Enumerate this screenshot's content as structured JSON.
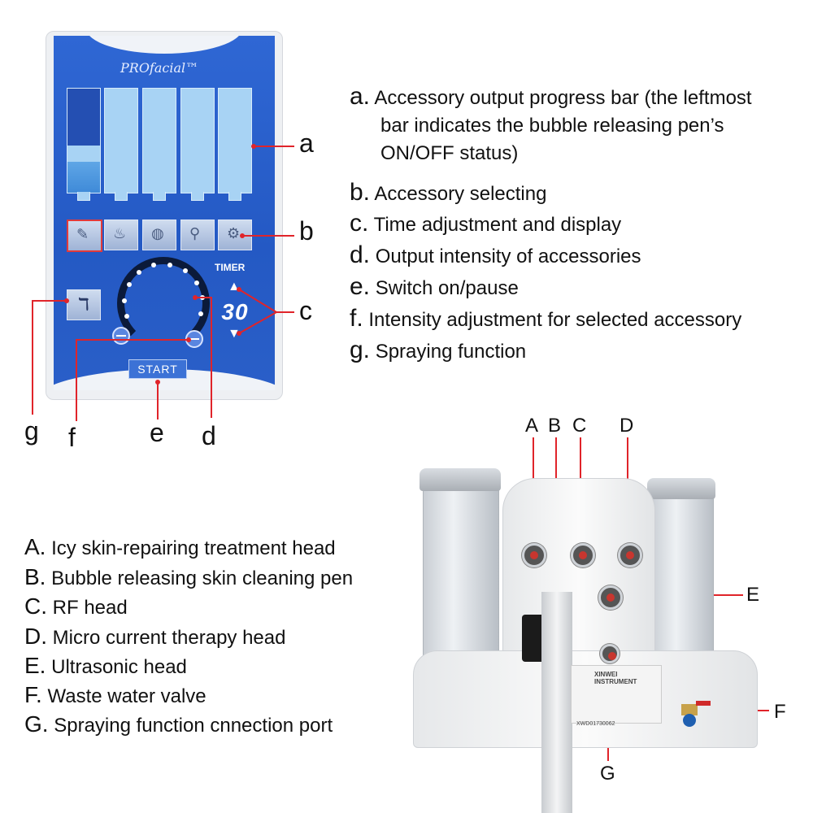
{
  "panel": {
    "brand": "PROfacial™",
    "timer_label": "TIMER",
    "timer_value": "30",
    "start_label": "START",
    "spray_icon": "spray-gun-icon",
    "accessory_icons": [
      "bubble-pen-icon",
      "icy-head-icon",
      "rf-head-icon",
      "micro-current-icon",
      "ultrasonic-icon"
    ],
    "bar_levels": [
      0.3,
      0,
      0,
      0,
      0
    ]
  },
  "panel_callouts": {
    "a": "a",
    "b": "b",
    "c": "c",
    "d": "d",
    "e": "e",
    "f": "f",
    "g": "g"
  },
  "descriptions": [
    {
      "key": "a.",
      "text": "Accessory output progress bar (the leftmost",
      "cont1": "bar indicates the bubble releasing pen’s",
      "cont2": "ON/OFF status)"
    },
    {
      "key": "b.",
      "text": "Accessory selecting"
    },
    {
      "key": "c.",
      "text": "Time adjustment and display"
    },
    {
      "key": "d.",
      "text": "Output intensity of accessories"
    },
    {
      "key": "e.",
      "text": "Switch on/pause"
    },
    {
      "key": "f.",
      "text": "Intensity adjustment for selected accessory"
    },
    {
      "key": "g.",
      "text": "Spraying function"
    }
  ],
  "parts": [
    {
      "key": "A.",
      "text": "Icy skin-repairing treatment head"
    },
    {
      "key": "B.",
      "text": "Bubble releasing skin cleaning pen"
    },
    {
      "key": "C.",
      "text": "RF head"
    },
    {
      "key": "D.",
      "text": "Micro current therapy head"
    },
    {
      "key": "E.",
      "text": "Ultrasonic head"
    },
    {
      "key": "F.",
      "text": "Waste water valve"
    },
    {
      "key": "G.",
      "text": "Spraying function cnnection port"
    }
  ],
  "machine_callouts": {
    "A": "A",
    "B": "B",
    "C": "C",
    "D": "D",
    "E": "E",
    "F": "F",
    "G": "G"
  },
  "machine_label": {
    "maker": "XINWEI INSTRUMENT",
    "serial": "XWD01730062"
  },
  "colors": {
    "screen": "#2a5fc8",
    "callout": "#e0242a",
    "bar": "#a8d3f4"
  }
}
